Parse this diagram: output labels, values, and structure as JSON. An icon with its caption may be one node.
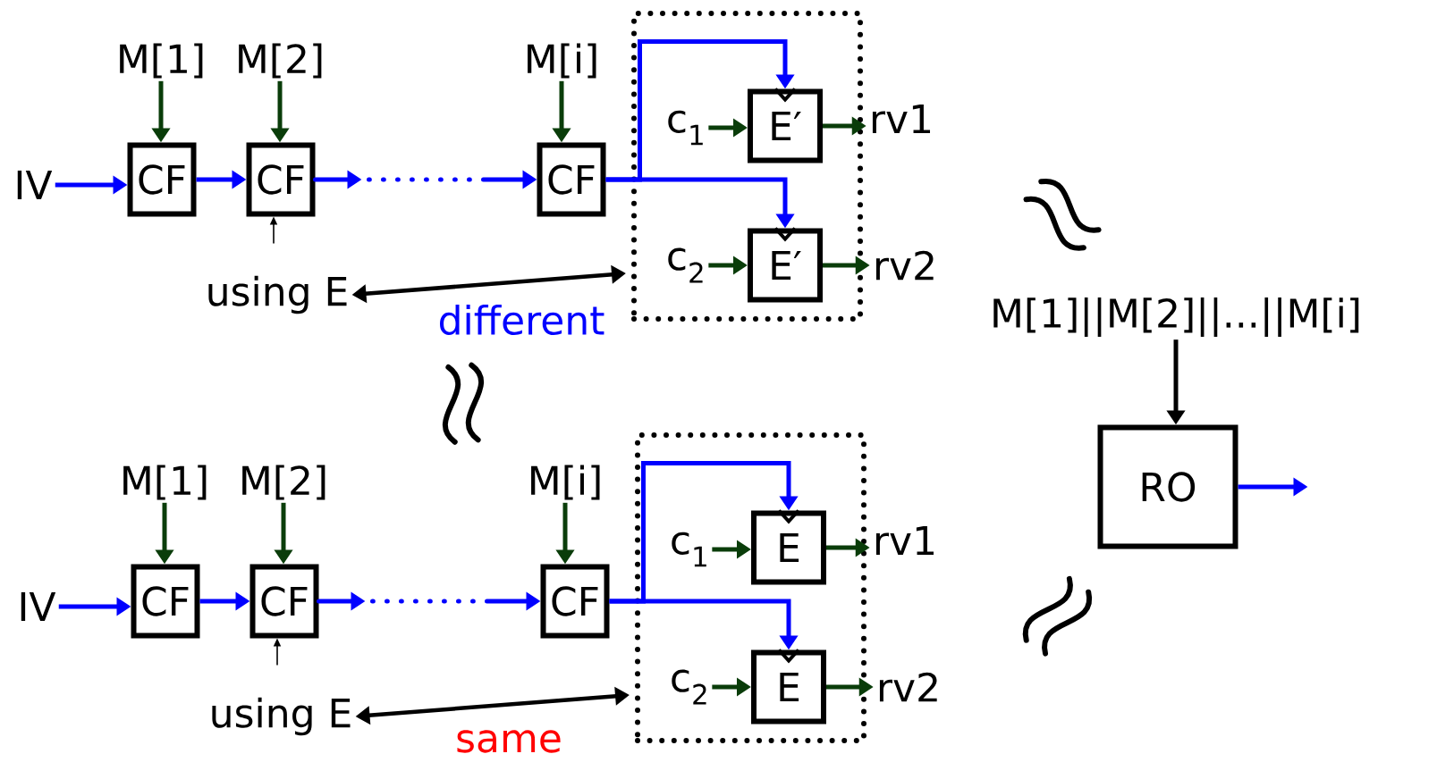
{
  "diagram": {
    "nodes": [
      {
        "text": [
          "M[1]"
        ]
      },
      {
        "text": [
          "M[2]"
        ]
      },
      {
        "text": [
          "M[i]"
        ]
      },
      {
        "text": [
          "IV"
        ]
      },
      {
        "text": [
          "CF"
        ]
      },
      {
        "text": [
          "CF"
        ]
      },
      {
        "text": [
          "CF"
        ]
      },
      {
        "text": [],
        "shape": "box"
      },
      {
        "text": [
          "c$_{1}$"
        ],
        "in": 7
      },
      {
        "text": [
          "E′"
        ],
        "in": 7
      },
      {
        "text": [
          "rv1"
        ]
      },
      {
        "text": [
          "c$_{2}$"
        ],
        "in": 7
      },
      {
        "text": [
          "E′"
        ],
        "in": 7
      },
      {
        "text": [
          "rv2"
        ]
      },
      {
        "text": [
          "using E"
        ]
      },
      {
        "text": [
          "M[1]"
        ]
      },
      {
        "text": [
          "M[2]"
        ]
      },
      {
        "text": [
          "M[i]"
        ]
      },
      {
        "text": [
          "IV"
        ]
      },
      {
        "text": [
          "CF"
        ]
      },
      {
        "text": [
          "CF"
        ]
      },
      {
        "text": [
          "CF"
        ]
      },
      {
        "text": [],
        "shape": "box"
      },
      {
        "text": [
          "c$_{1}$"
        ],
        "in": 22
      },
      {
        "text": [
          "E"
        ],
        "in": 22
      },
      {
        "text": [
          "rv1"
        ]
      },
      {
        "text": [
          "c$_{2}$"
        ],
        "in": 22
      },
      {
        "text": [
          "E"
        ],
        "in": 22
      },
      {
        "text": [
          "rv2"
        ]
      },
      {
        "text": [
          "using E"
        ]
      },
      {
        "text": [
          "M[1]||M[2]||...||M[i]"
        ]
      },
      {
        "text": [
          "RO"
        ]
      }
    ],
    "edges": [
      {
        "from": 0,
        "to": 4,
        "arrow": "to"
      },
      {
        "from": 1,
        "to": 5,
        "arrow": "to"
      },
      {
        "from": 2,
        "to": 6,
        "arrow": "to"
      },
      {
        "from": 3,
        "to": 4,
        "arrow": "to",
        "color": "#0000ff"
      },
      {
        "from": 4,
        "to": 5,
        "arrow": "to",
        "color": "#0000ff"
      },
      {
        "from": 5,
        "to": 6,
        "arrow": "to",
        "color": "#0000ff",
        "style": "dashed"
      },
      {
        "from": 6,
        "to": 9,
        "arrow": "to",
        "color": "#0000ff"
      },
      {
        "from": 6,
        "to": 12,
        "arrow": "to",
        "color": "#0000ff"
      },
      {
        "from": 8,
        "to": 9,
        "arrow": "to"
      },
      {
        "from": 9,
        "to": 10,
        "arrow": "to"
      },
      {
        "from": 11,
        "to": 12,
        "arrow": "to"
      },
      {
        "from": 12,
        "to": 13,
        "arrow": "to"
      },
      {
        "from": null,
        "to": 5,
        "arrow": "to",
        "color": "#000000"
      },
      {
        "from": 14,
        "to": 7,
        "arrow": "both",
        "color": "#000000",
        "label": "different"
      },
      {
        "from": 15,
        "to": 19,
        "arrow": "to"
      },
      {
        "from": 16,
        "to": 20,
        "arrow": "to"
      },
      {
        "from": 17,
        "to": 21,
        "arrow": "to"
      },
      {
        "from": 18,
        "to": 19,
        "arrow": "to",
        "color": "#0000ff"
      },
      {
        "from": 19,
        "to": 20,
        "arrow": "to",
        "color": "#0000ff"
      },
      {
        "from": 20,
        "to": 21,
        "arrow": "to",
        "color": "#0000ff",
        "style": "dashed"
      },
      {
        "from": 21,
        "to": 24,
        "arrow": "to",
        "color": "#0000ff"
      },
      {
        "from": 21,
        "to": 27,
        "arrow": "to",
        "color": "#0000ff"
      },
      {
        "from": 23,
        "to": 24,
        "arrow": "to"
      },
      {
        "from": 24,
        "to": 25,
        "arrow": "to"
      },
      {
        "from": 26,
        "to": 27,
        "arrow": "to"
      },
      {
        "from": 27,
        "to": 28,
        "arrow": "to"
      },
      {
        "from": null,
        "to": 20,
        "arrow": "to",
        "color": "#000000"
      },
      {
        "from": 29,
        "to": 22,
        "arrow": "both",
        "color": "#000000",
        "label": "same"
      },
      {
        "from": 30,
        "to": 31,
        "arrow": "to",
        "color": "#000000"
      },
      {
        "from": 31,
        "to": null,
        "arrow": "to",
        "color": "#0000ff"
      }
    ]
  }
}
